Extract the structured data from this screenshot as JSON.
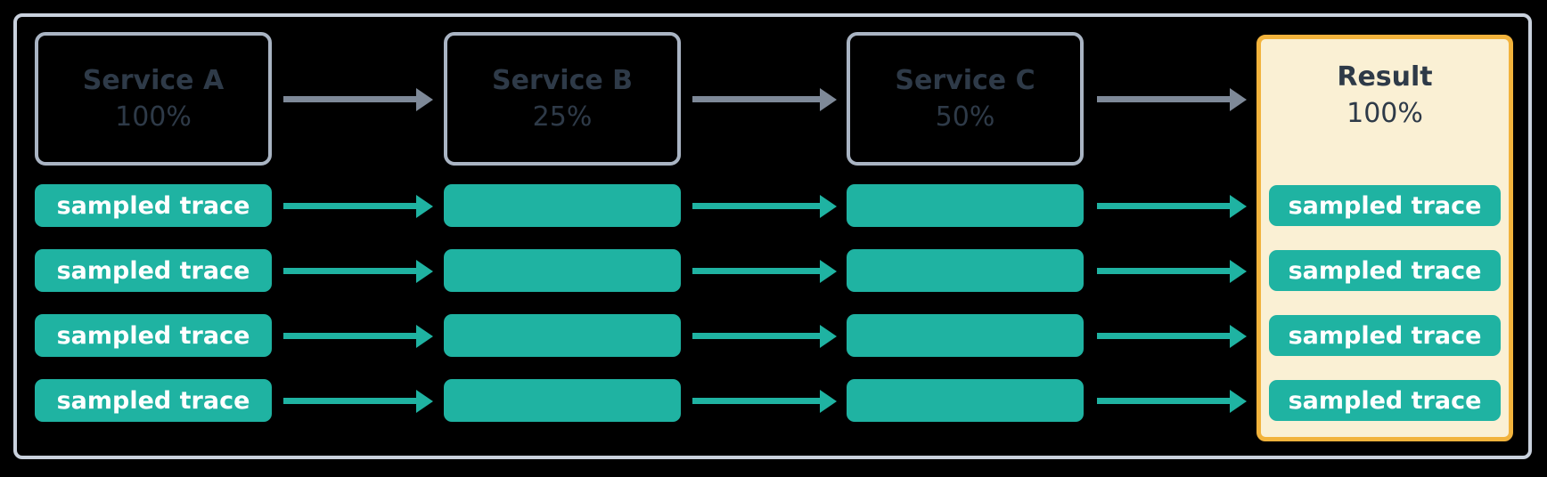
{
  "colors": {
    "background": "#000000",
    "frame_border": "#C9D1DD",
    "service_border": "#A9B4C3",
    "service_text": "#2E3A48",
    "flow_arrow": "#7E8998",
    "trace": "#1FB3A2",
    "trace_text": "#FFFFFF",
    "result_border": "#F2B33C",
    "result_fill": "#FAF0D4"
  },
  "nodes": [
    {
      "title": "Service A",
      "percent": "100%"
    },
    {
      "title": "Service B",
      "percent": "25%"
    },
    {
      "title": "Service C",
      "percent": "50%"
    },
    {
      "title": "Result",
      "percent": "100%"
    }
  ],
  "trace_rows": [
    {
      "label": "sampled trace"
    },
    {
      "label": "sampled trace"
    },
    {
      "label": "sampled trace"
    },
    {
      "label": "sampled trace"
    }
  ]
}
